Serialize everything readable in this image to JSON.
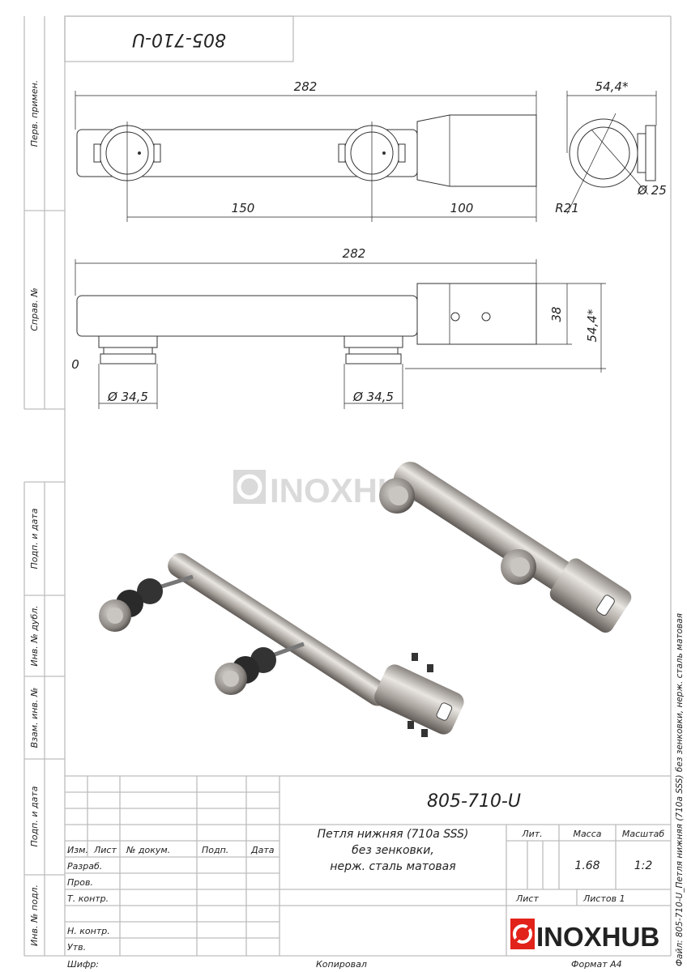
{
  "frame": {
    "top_code": "805-710-U",
    "side_labels": [
      "Перв. примен.",
      "Справ. №",
      "Подп. и дата",
      "Инв. № дубл.",
      "Взам. инв. №",
      "Подп. и дата",
      "Инв. № подл."
    ],
    "file_caption": "Файл: 805-710-U_Петля нижняя (710а SSS) без зенковки, нерж. сталь матовая"
  },
  "drawing": {
    "top_view": {
      "length": "282",
      "depth": "54,4*",
      "spacing": "150",
      "end_offset": "100",
      "radius": "R21",
      "diameter": "Ø 25"
    },
    "side_view": {
      "length": "282",
      "height": "38",
      "depth": "54,4*",
      "origin": "0",
      "foot_diameter_1": "Ø 34,5",
      "foot_diameter_2": "Ø 34,5"
    },
    "watermark": "INOXHUB"
  },
  "title_block": {
    "code": "805-710-U",
    "name_lines": [
      "Петля нижняя (710а SSS)",
      "без зенковки,",
      "нерж. сталь матовая"
    ],
    "headers": {
      "izm": "Изм.",
      "list": "Лист",
      "doc": "№ докум.",
      "sign": "Подп.",
      "date": "Дата"
    },
    "roles": [
      "Разраб.",
      "Пров.",
      "Т. контр.",
      "Н. контр.",
      "Утв."
    ],
    "lit_label": "Лит.",
    "mass_label": "Масса",
    "scale_label": "Масштаб",
    "mass": "1.68",
    "scale": "1:2",
    "sheet_label": "Лист",
    "sheets_label": "Листов 1",
    "logo": "INOXHUB",
    "logo_color": "#e2231a"
  },
  "footer": {
    "cipher": "Шифр:",
    "copied": "Копировал",
    "format": "Формат А4"
  }
}
